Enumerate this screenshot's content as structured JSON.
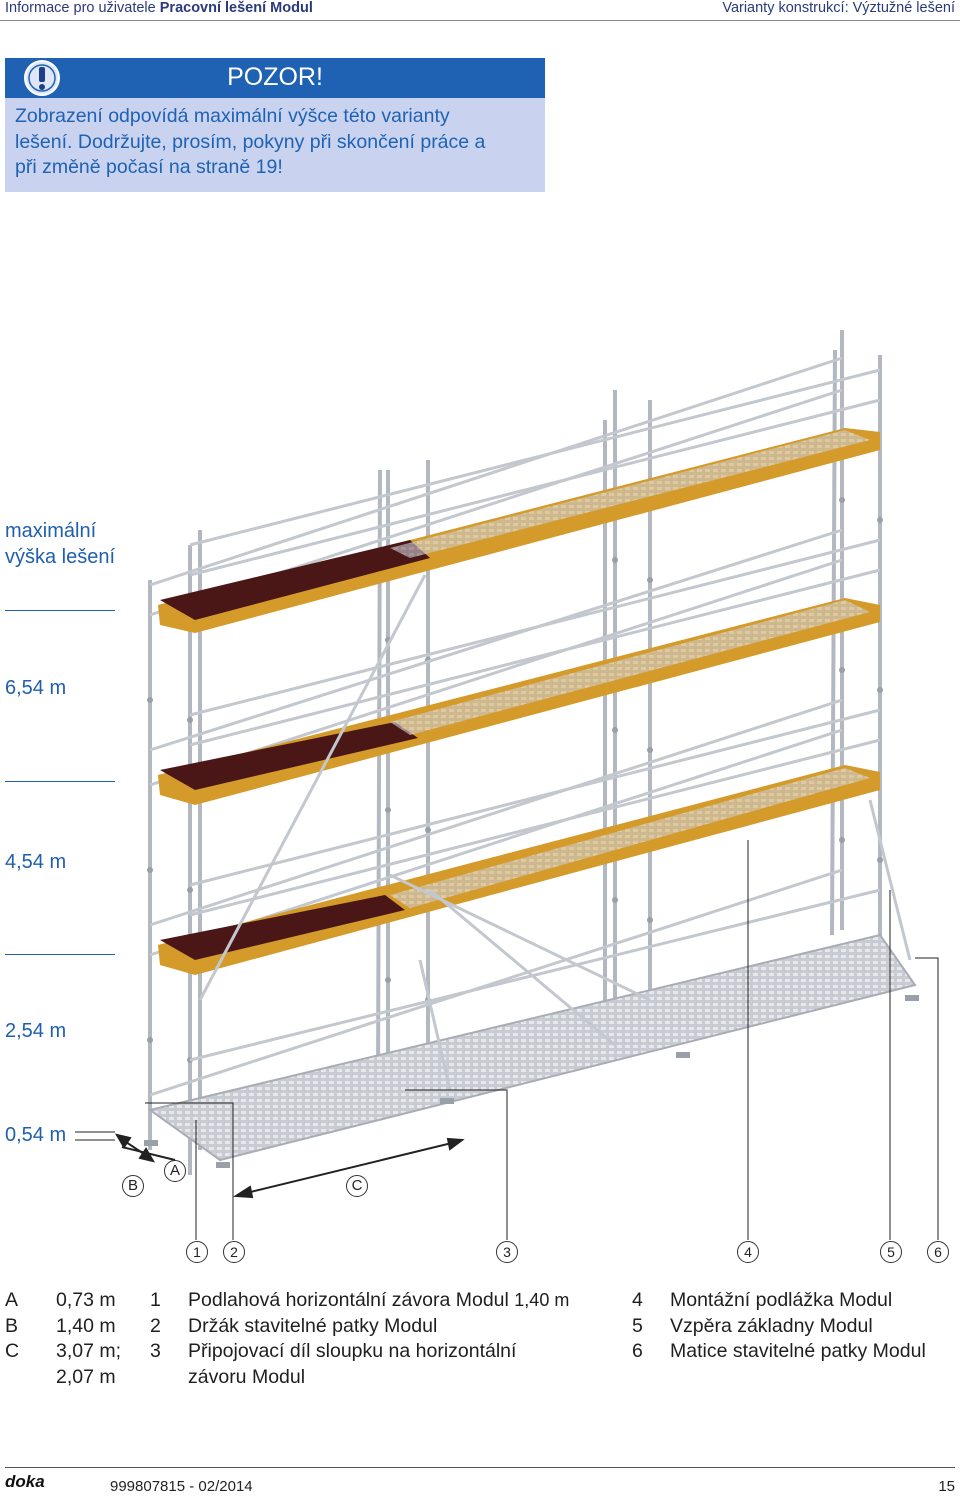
{
  "header": {
    "left_prefix": "Informace pro uživatele",
    "left_bold": "Pracovní lešení Modul",
    "right": "Varianty konstrukcí: Výztužné lešení"
  },
  "warning": {
    "title": "POZOR!",
    "text_lines": [
      "Zobrazení odpovídá maximální výšce této varianty",
      "lešení. Dodržujte, prosím, pokyny při skončení práce a",
      "při změně počasí na straně 19!"
    ],
    "icon": "exclamation-icon"
  },
  "diagram": {
    "max_height_label_1": "maximální",
    "max_height_label_2": "výška lešení",
    "heights": [
      "6,54 m",
      "4,54 m",
      "2,54 m",
      "0,54 m"
    ],
    "dimension_letters": [
      "A",
      "B",
      "C"
    ],
    "callouts": [
      "1",
      "2",
      "3",
      "4",
      "5",
      "6"
    ]
  },
  "legend": {
    "dims": [
      {
        "key": "A",
        "value": "0,73 m"
      },
      {
        "key": "B",
        "value": "1,40 m"
      },
      {
        "key": "C",
        "value": "3,07 m;"
      },
      {
        "key": "",
        "value": "2,07 m"
      }
    ],
    "items_left": [
      {
        "num": "1",
        "text": "Podlahová horizontální závora Modul",
        "suffix": "1,40 m"
      },
      {
        "num": "2",
        "text": "Držák stavitelné patky Modul",
        "suffix": ""
      },
      {
        "num": "3",
        "text": "Připojovací díl sloupku na horizontální",
        "suffix": ""
      },
      {
        "num": "",
        "text": "závoru Modul",
        "suffix": ""
      }
    ],
    "items_right": [
      {
        "num": "4",
        "text": "Montážní podlážka Modul"
      },
      {
        "num": "5",
        "text": "Vzpěra základny Modul"
      },
      {
        "num": "6",
        "text": "Matice stavitelné patky Modul"
      }
    ]
  },
  "footer": {
    "logo": "doka",
    "doc_code": "999807815 - 02/2014",
    "page": "15"
  },
  "colors": {
    "accent_blue": "#1f62b3",
    "box_bg": "#c9d3ef",
    "deck_orange": "#d49a2a",
    "deck_dark": "#4a1616",
    "steel": "#b9bec6"
  }
}
